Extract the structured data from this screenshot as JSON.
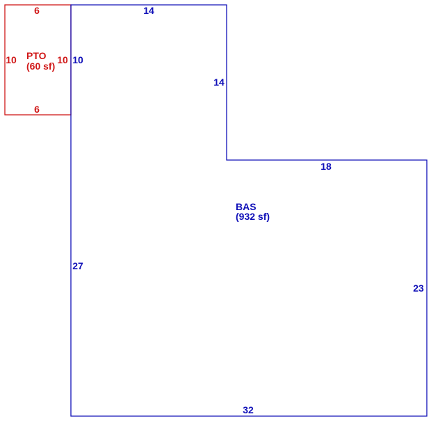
{
  "colors": {
    "bas": "#1010b8",
    "pto": "#d01818",
    "background": "#ffffff"
  },
  "pto": {
    "code": "PTO",
    "area": "(60 sf)",
    "dims": {
      "top": "6",
      "bottom": "6",
      "left": "10",
      "right": "10"
    }
  },
  "bas": {
    "code": "BAS",
    "area": "(932 sf)",
    "dims": {
      "top": "14",
      "upper_right": "14",
      "step": "18",
      "right": "23",
      "bottom": "32",
      "left": "27",
      "left_upper": "10"
    }
  }
}
